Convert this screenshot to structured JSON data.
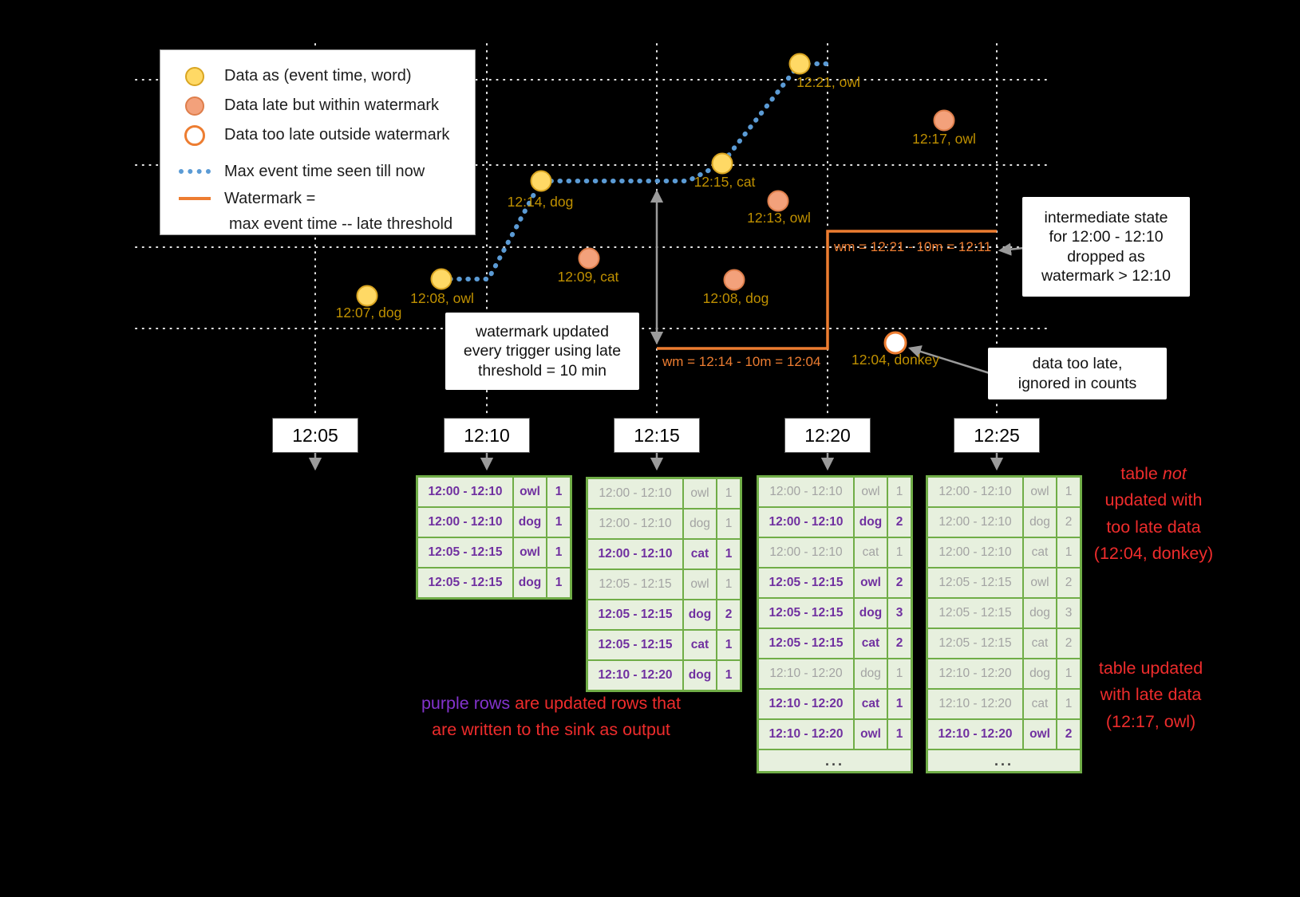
{
  "legend": {
    "data_ontime": "Data as (event time, word)",
    "data_late": "Data late but within watermark",
    "data_toolate": "Data too late outside watermark",
    "max_event_time": "Max event time seen till now",
    "watermark_line1": "Watermark =",
    "watermark_line2": "max event time -- late threshold"
  },
  "points": {
    "ontime": [
      {
        "label": "12:07, dog"
      },
      {
        "label": "12:08, owl"
      },
      {
        "label": "12:14, dog"
      },
      {
        "label": "12:15, cat"
      },
      {
        "label": "12:21, owl"
      }
    ],
    "late": [
      {
        "label": "12:09, cat"
      },
      {
        "label": "12:13, owl"
      },
      {
        "label": "12:08, dog"
      },
      {
        "label": "12:17, owl"
      }
    ],
    "too_late": [
      {
        "label": "12:04, donkey"
      }
    ]
  },
  "watermark_labels": {
    "first": "wm = 12:14 - 10m = 12:04",
    "second": "wm = 12:21 - 10m = 12:11"
  },
  "time_axis": [
    "12:05",
    "12:10",
    "12:15",
    "12:20",
    "12:25"
  ],
  "callouts": {
    "trigger": {
      "line1": "watermark updated",
      "line2": "every trigger using late",
      "line3": "threshold = 10 min"
    },
    "dropped": {
      "line1": "intermediate state",
      "line2": "for 12:00 - 12:10",
      "line3": "dropped as",
      "line4": "watermark > 12:10"
    },
    "ignored": {
      "line1": "data too late,",
      "line2": "ignored in counts"
    }
  },
  "annotations": {
    "purple_note": {
      "highlight": "purple rows",
      "rest1": " are updated rows that",
      "line2": "are written to the sink as output"
    },
    "not_updated": {
      "pre": "table ",
      "em": "not",
      "line2": "updated with",
      "line3": "too late data",
      "line4": "(12:04, donkey)"
    },
    "updated": {
      "line1": "table updated",
      "line2": "with late data",
      "line3": "(12:17, owl)"
    }
  },
  "ellipsis": "...",
  "tables": [
    {
      "trigger": "12:10",
      "rows": [
        {
          "window": "12:00 - 12:10",
          "word": "owl",
          "count": "1",
          "updated": true
        },
        {
          "window": "12:00 - 12:10",
          "word": "dog",
          "count": "1",
          "updated": true
        },
        {
          "window": "12:05 - 12:15",
          "word": "owl",
          "count": "1",
          "updated": true
        },
        {
          "window": "12:05 - 12:15",
          "word": "dog",
          "count": "1",
          "updated": true
        }
      ]
    },
    {
      "trigger": "12:15",
      "rows": [
        {
          "window": "12:00 - 12:10",
          "word": "owl",
          "count": "1",
          "updated": false
        },
        {
          "window": "12:00 - 12:10",
          "word": "dog",
          "count": "1",
          "updated": false
        },
        {
          "window": "12:00 - 12:10",
          "word": "cat",
          "count": "1",
          "updated": true
        },
        {
          "window": "12:05 - 12:15",
          "word": "owl",
          "count": "1",
          "updated": false
        },
        {
          "window": "12:05 - 12:15",
          "word": "dog",
          "count": "2",
          "updated": true
        },
        {
          "window": "12:05 - 12:15",
          "word": "cat",
          "count": "1",
          "updated": true
        },
        {
          "window": "12:10 - 12:20",
          "word": "dog",
          "count": "1",
          "updated": true
        }
      ]
    },
    {
      "trigger": "12:20",
      "rows": [
        {
          "window": "12:00 - 12:10",
          "word": "owl",
          "count": "1",
          "updated": false
        },
        {
          "window": "12:00 - 12:10",
          "word": "dog",
          "count": "2",
          "updated": true
        },
        {
          "window": "12:00 - 12:10",
          "word": "cat",
          "count": "1",
          "updated": false
        },
        {
          "window": "12:05 - 12:15",
          "word": "owl",
          "count": "2",
          "updated": true
        },
        {
          "window": "12:05 - 12:15",
          "word": "dog",
          "count": "3",
          "updated": true
        },
        {
          "window": "12:05 - 12:15",
          "word": "cat",
          "count": "2",
          "updated": true
        },
        {
          "window": "12:10 - 12:20",
          "word": "dog",
          "count": "1",
          "updated": false
        },
        {
          "window": "12:10 - 12:20",
          "word": "cat",
          "count": "1",
          "updated": true
        },
        {
          "window": "12:10 - 12:20",
          "word": "owl",
          "count": "1",
          "updated": true
        }
      ]
    },
    {
      "trigger": "12:25",
      "rows": [
        {
          "window": "12:00 - 12:10",
          "word": "owl",
          "count": "1",
          "updated": false
        },
        {
          "window": "12:00 - 12:10",
          "word": "dog",
          "count": "2",
          "updated": false
        },
        {
          "window": "12:00 - 12:10",
          "word": "cat",
          "count": "1",
          "updated": false
        },
        {
          "window": "12:05 - 12:15",
          "word": "owl",
          "count": "2",
          "updated": false
        },
        {
          "window": "12:05 - 12:15",
          "word": "dog",
          "count": "3",
          "updated": false
        },
        {
          "window": "12:05 - 12:15",
          "word": "cat",
          "count": "2",
          "updated": false
        },
        {
          "window": "12:10 - 12:20",
          "word": "dog",
          "count": "1",
          "updated": false
        },
        {
          "window": "12:10 - 12:20",
          "word": "cat",
          "count": "1",
          "updated": false
        },
        {
          "window": "12:10 - 12:20",
          "word": "owl",
          "count": "2",
          "updated": true
        }
      ]
    }
  ],
  "colors": {
    "ontime_fill": "#FFD965",
    "late_fill": "#F3A17B",
    "too_late_stroke": "#ED7D31",
    "watermark_line": "#ED7D31",
    "max_event_line": "#5B9BD5",
    "updated_row_text": "#7030A0",
    "stale_row_text": "#A3A3A3",
    "table_border": "#70AD47",
    "annotation_red": "#EE2C2C",
    "point_label_gold": "#BF9000"
  }
}
